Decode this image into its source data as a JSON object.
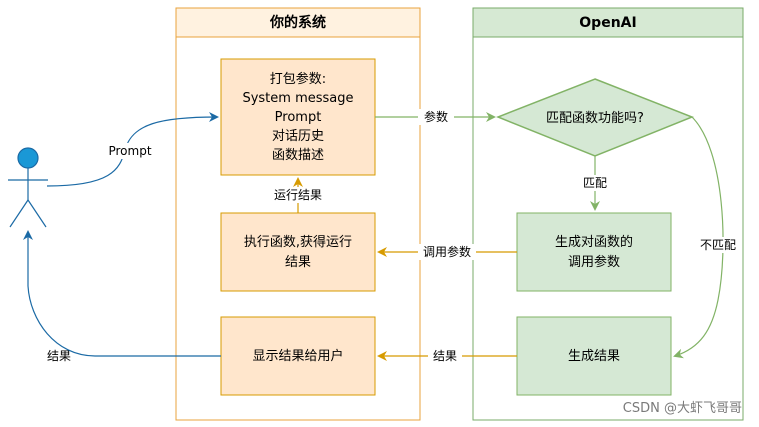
{
  "lanes": {
    "system": {
      "title": "你的系统",
      "fill": "#fff2e0",
      "stroke": "#e8a33c"
    },
    "openai": {
      "title": "OpenAI",
      "fill": "#d6e9d3",
      "stroke": "#7aab6a"
    }
  },
  "boxes": {
    "pack": [
      "打包参数:",
      "System message",
      "Prompt",
      "对话历史",
      "函数描述"
    ],
    "exec": [
      "执行函数,获得运行",
      "结果"
    ],
    "show": [
      "显示结果给用户"
    ],
    "decision": [
      "匹配函数功能吗?"
    ],
    "gen_params": [
      "生成对函数的",
      "调用参数"
    ],
    "gen_result": [
      "生成结果"
    ]
  },
  "edges": {
    "prompt": "Prompt",
    "params": "参数",
    "match": "匹配",
    "nomatch": "不匹配",
    "call_params": "调用参数",
    "run_result": "运行结果",
    "result_openai": "结果",
    "result_user": "结果"
  },
  "watermark": "CSDN @大虾飞哥哥",
  "colors": {
    "orange_fill": "#ffe6cc",
    "orange_stroke": "#d79b00",
    "green_fill": "#d5e8d4",
    "green_stroke": "#82b366",
    "blue": "#1b6aa5",
    "actor_fill": "#1a98d6"
  }
}
